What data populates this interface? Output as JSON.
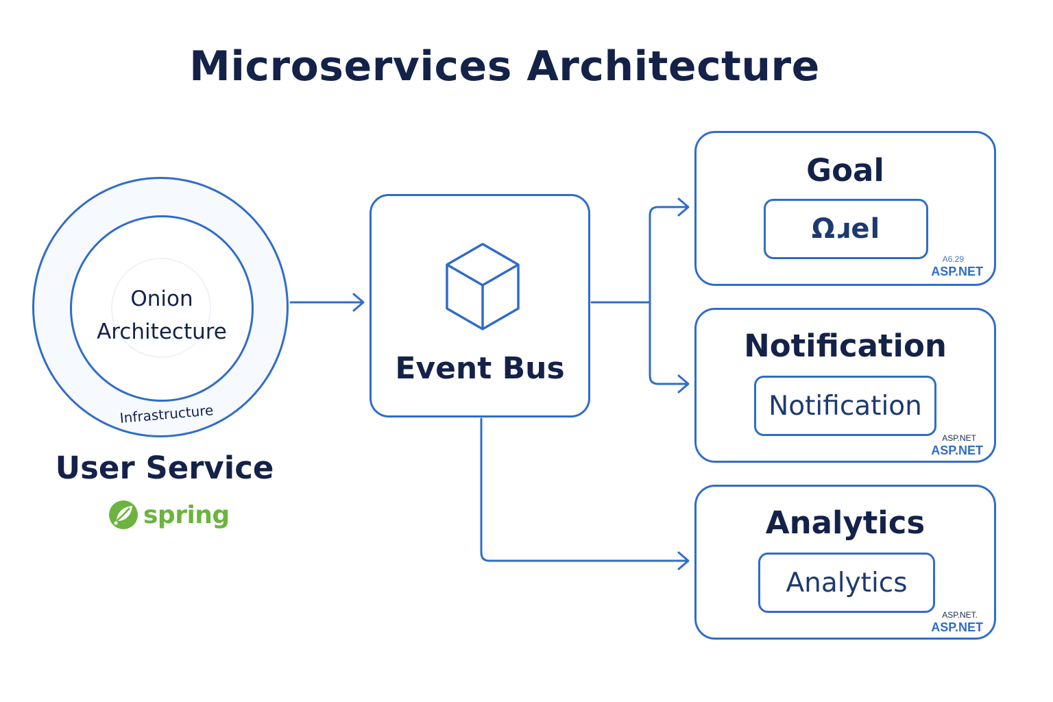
{
  "title": "Microservices Architecture",
  "user_service": {
    "core_label_line1": "Onion",
    "core_label_line2": "Architecture",
    "ring_label": "Infrastructure",
    "name": "User Service",
    "framework": "spring"
  },
  "event_bus": {
    "label": "Event Bus",
    "icon": "cube-icon"
  },
  "services": [
    {
      "title": "Goal",
      "inner": "Ωɹel",
      "tech_small": "A6.29",
      "tech": "ASP.NET"
    },
    {
      "title": "Notification",
      "inner": "Notification",
      "tech_small": "ASP.NET",
      "tech": "ASP.NET"
    },
    {
      "title": "Analytics",
      "inner": "Analytics",
      "tech_small": "ASP.NET.",
      "tech": "ASP.NET"
    }
  ],
  "colors": {
    "accent": "#2f6cc9",
    "text": "#14224a",
    "spring": "#6db33f"
  }
}
